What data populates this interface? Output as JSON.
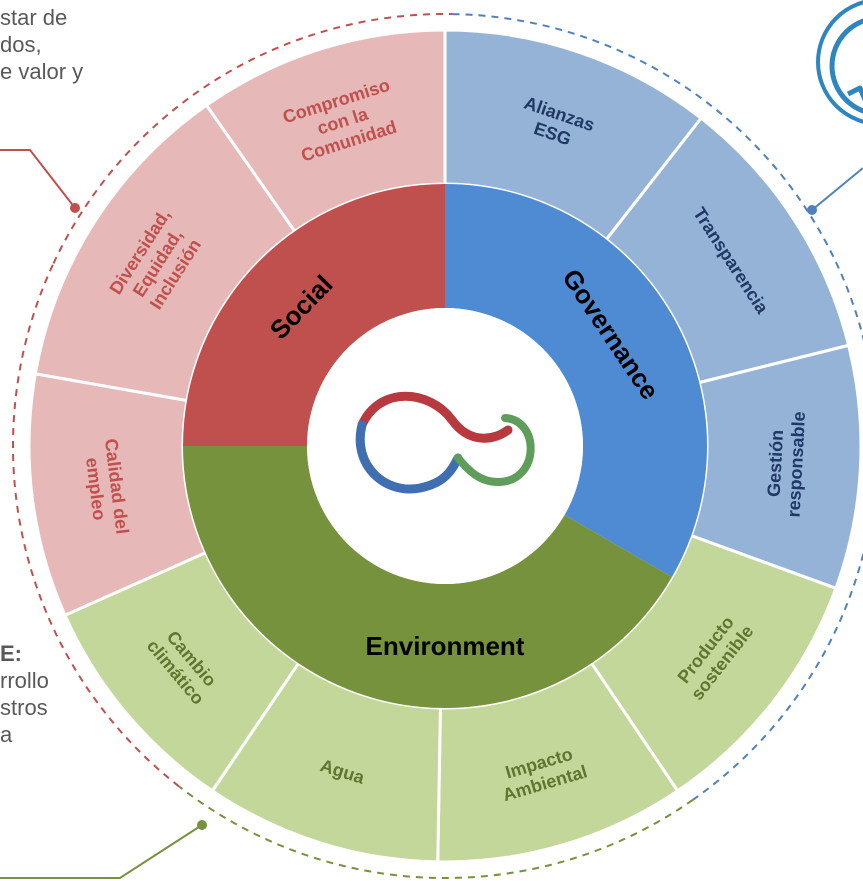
{
  "left_text_top": [
    "star de",
    "dos,",
    "e valor y"
  ],
  "left_text_bottom": [
    "E:",
    "rrollo",
    "stros",
    "a"
  ],
  "core_sectors": [
    {
      "name": "Social",
      "color": "#c0504d"
    },
    {
      "name": "Governance",
      "color": "#4f8bd3"
    },
    {
      "name": "Environment",
      "color": "#77923c"
    }
  ],
  "outer_segments": [
    {
      "label": [
        "Compromiso",
        "con la",
        "Comunidad"
      ],
      "group": "Social",
      "fill": "#e6b8b7",
      "text": "#c0504d"
    },
    {
      "label": [
        "Alianzas",
        "ESG"
      ],
      "group": "Governance",
      "fill": "#95b3d7",
      "text": "#1f3864"
    },
    {
      "label": [
        "Transparencia"
      ],
      "group": "Governance",
      "fill": "#95b3d7",
      "text": "#1f3864"
    },
    {
      "label": [
        "Gestión",
        "responsable"
      ],
      "group": "Governance",
      "fill": "#95b3d7",
      "text": "#1f3864"
    },
    {
      "label": [
        "Producto",
        "sostenible"
      ],
      "group": "Environment",
      "fill": "#c4d79b",
      "text": "#5f7530"
    },
    {
      "label": [
        "Impacto",
        "Ambiental"
      ],
      "group": "Environment",
      "fill": "#c4d79b",
      "text": "#5f7530"
    },
    {
      "label": [
        "Agua"
      ],
      "group": "Environment",
      "fill": "#c4d79b",
      "text": "#5f7530"
    },
    {
      "label": [
        "Cambio",
        "climático"
      ],
      "group": "Environment",
      "fill": "#c4d79b",
      "text": "#5f7530"
    },
    {
      "label": [
        "Calidad del",
        "empleo"
      ],
      "group": "Social",
      "fill": "#e6b8b7",
      "text": "#c0504d"
    },
    {
      "label": [
        "Diversidad,",
        "Equidad,",
        "Inclusión"
      ],
      "group": "Social",
      "fill": "#e6b8b7",
      "text": "#c0504d"
    }
  ],
  "colors": {
    "dash_social": "#c0504d",
    "dash_governance": "#4f81bd",
    "dash_environment": "#77923c",
    "center_logo_red": "#b83a3f",
    "center_logo_blue": "#3f6fb0",
    "center_logo_green": "#5f9e5a"
  },
  "icons": [
    "center-infinity-logo-icon",
    "top-right-circle-logo-icon"
  ]
}
